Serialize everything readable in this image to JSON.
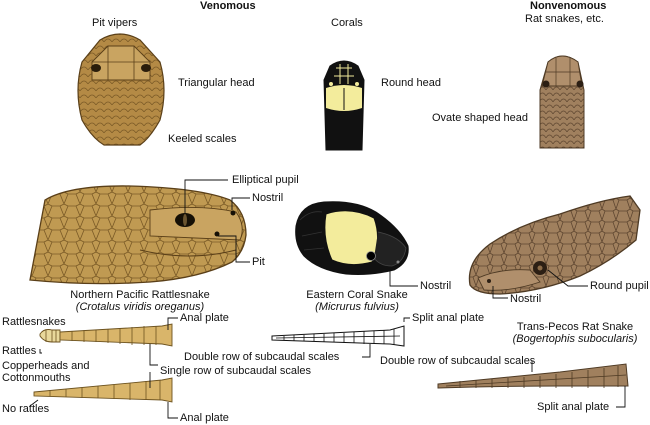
{
  "headings": {
    "venomous": "Venomous",
    "nonvenomous": "Nonvenomous",
    "rat_snakes_etc": "Rat snakes, etc."
  },
  "groups": {
    "pit_vipers": "Pit vipers",
    "corals": "Corals"
  },
  "head_shapes": {
    "triangular": "Triangular head",
    "keeled_scales": "Keeled scales",
    "round": "Round head",
    "ovate": "Ovate shaped head"
  },
  "callouts": {
    "elliptical_pupil": "Elliptical pupil",
    "nostril_rattlesnake": "Nostril",
    "pit": "Pit",
    "nostril_coral": "Nostril",
    "nostril_rat": "Nostril",
    "round_pupil": "Round pupil"
  },
  "species": {
    "rattlesnake_common": "Northern Pacific Rattlesnake",
    "rattlesnake_scientific": "(Crotalus viridis oreganus)",
    "coral_common": "Eastern Coral Snake",
    "coral_scientific": "(Micrurus fulvius)",
    "rat_common": "Trans-Pecos Rat Snake",
    "rat_scientific": "(Bogertophis subocularis)"
  },
  "tails": {
    "rattlesnakes": "Rattlesnakes",
    "rattles": "Rattles",
    "copperheads_line1": "Copperheads and",
    "copperheads_line2": "Cottonmouths",
    "no_rattles": "No rattles",
    "anal_plate_top": "Anal plate",
    "anal_plate_bottom": "Anal plate",
    "single_row": "Single row of subcaudal scales",
    "double_row_coral": "Double row of subcaudal scales",
    "split_anal_plate_coral": "Split anal plate",
    "double_row_rat": "Double row of subcaudal scales",
    "split_anal_plate_rat": "Split anal plate"
  },
  "colors": {
    "viper_brown": "#b48a45",
    "rat_brown": "#a0805e",
    "coral_yellow": "#f3ec9c",
    "coral_black": "#111111"
  }
}
